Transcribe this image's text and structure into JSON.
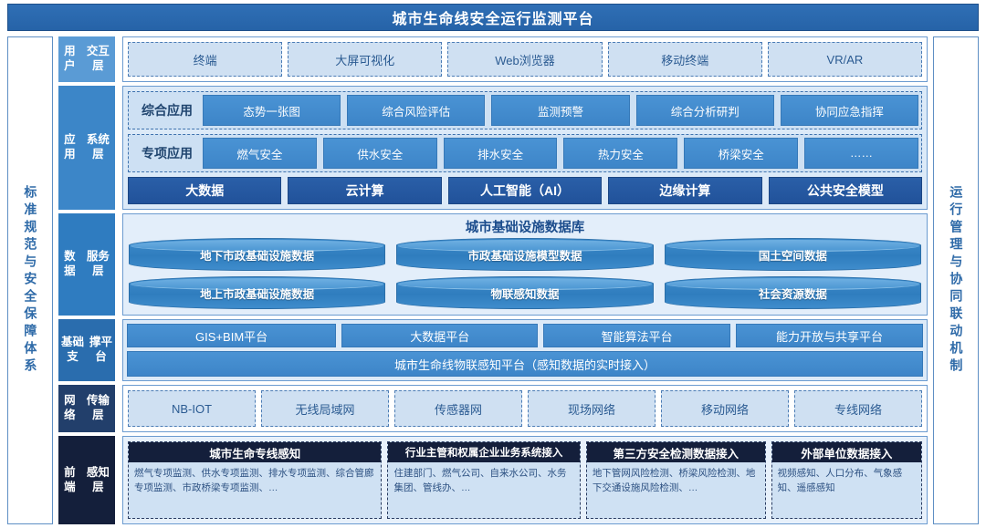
{
  "header": {
    "title": "城市生命线安全运行监测平台"
  },
  "side": {
    "left": {
      "name": "standards-and-security-system",
      "text": "标准规范与安全保障体系"
    },
    "right": {
      "name": "operations-coordination-mechanism",
      "text": "运行管理与协同联动机制"
    }
  },
  "layers": [
    {
      "id": "ui",
      "label": "用户\n交互层",
      "label_color": "#5a9bd5",
      "items": [
        "终端",
        "大屏可视化",
        "Web浏览器",
        "移动终端",
        "VR/AR"
      ]
    },
    {
      "id": "app",
      "label": "应用\n系统层",
      "label_color": "#3c86c8",
      "rows": [
        {
          "label": "综合应用",
          "items": [
            "态势一张图",
            "综合风险评估",
            "监测预警",
            "综合分析研判",
            "协同应急指挥"
          ]
        },
        {
          "label": "专项应用",
          "items": [
            "燃气安全",
            "供水安全",
            "排水安全",
            "热力安全",
            "桥梁安全",
            "……"
          ]
        }
      ],
      "base_items": [
        "大数据",
        "云计算",
        "人工智能（AI）",
        "边缘计算",
        "公共安全模型"
      ]
    },
    {
      "id": "data",
      "label": "数据\n服务层",
      "label_color": "#2f7cc0",
      "title": "城市基础设施数据库",
      "rows": [
        [
          "地下市政基础设施数据",
          "市政基础设施模型数据",
          "国土空间数据"
        ],
        [
          "地上市政基础设施数据",
          "物联感知数据",
          "社会资源数据"
        ]
      ]
    },
    {
      "id": "support",
      "label": "基础支\n撑平台",
      "label_color": "#2a6dae",
      "platforms": [
        "GIS+BIM平台",
        "大数据平台",
        "智能算法平台",
        "能力开放与共享平台"
      ],
      "bottom": "城市生命线物联感知平台（感知数据的实时接入）"
    },
    {
      "id": "net",
      "label": "网络\n传输层",
      "label_color": "#223f6b",
      "items": [
        "NB-IOT",
        "无线局域网",
        "传感器网",
        "现场网络",
        "移动网络",
        "专线网络"
      ]
    },
    {
      "id": "front",
      "label": "前端\n感知层",
      "label_color": "#141f3b",
      "boxes": [
        {
          "title": "城市生命专线感知",
          "desc": "燃气专项监测、供水专项监测、排水专项监测、综合管廊专项监测、市政桥梁专项监测、…",
          "flex": 1.32
        },
        {
          "title": "行业主管和权属企业业务系统接入",
          "desc": "住建部门、燃气公司、自来水公司、水务集团、管线办、…",
          "flex": 1.0
        },
        {
          "title": "第三方安全检测数据接入",
          "desc": "地下管网风险检测、桥梁风险检测、地下交通设施风险检测、…",
          "flex": 0.93
        },
        {
          "title": "外部单位数据接入",
          "desc": "视频感知、人口分布、气象感知、遥感感知",
          "flex": 0.78
        }
      ]
    }
  ]
}
